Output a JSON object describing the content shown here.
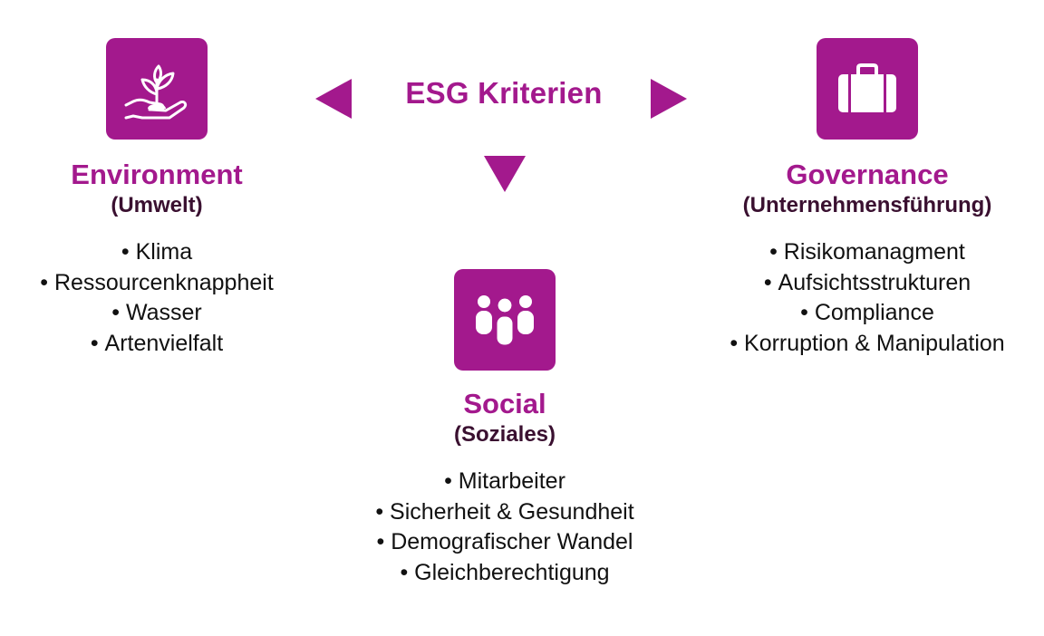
{
  "title": "ESG Kriterien",
  "brand_color": "#a3198d",
  "environment": {
    "icon": "plant-in-hand-icon",
    "title": "Environment",
    "subtitle": "(Umwelt)",
    "items": [
      "Klima",
      "Ressourcenknappheit",
      "Wasser",
      "Artenvielfalt"
    ]
  },
  "social": {
    "icon": "people-group-icon",
    "title": "Social",
    "subtitle": "(Soziales)",
    "items": [
      "Mitarbeiter",
      "Sicherheit & Gesundheit",
      "Demografischer Wandel",
      "Gleichberechtigung"
    ]
  },
  "governance": {
    "icon": "briefcase-icon",
    "title": "Governance",
    "subtitle": "(Unternehmensführung)",
    "items": [
      "Risikomanagment",
      "Aufsichtsstrukturen",
      "Compliance",
      "Korruption & Manipulation"
    ]
  }
}
